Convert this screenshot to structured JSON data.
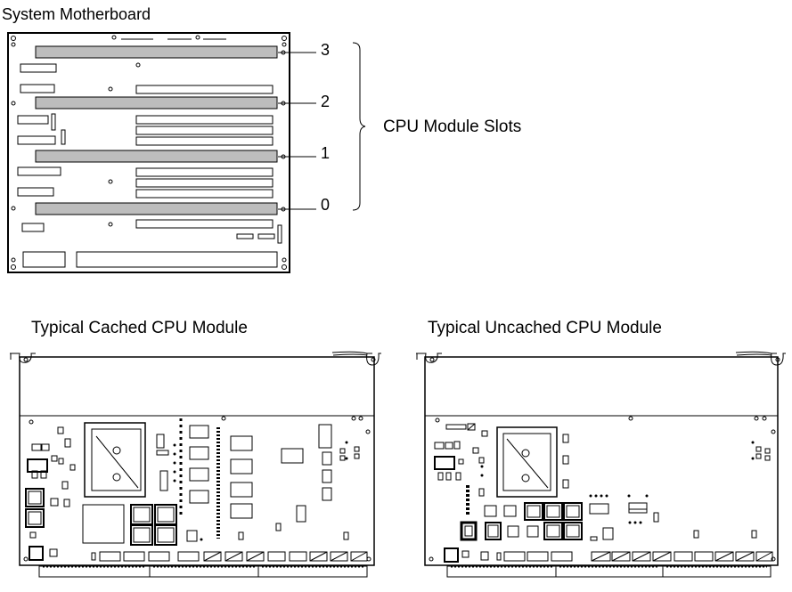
{
  "motherboard": {
    "title": "System Motherboard",
    "slot_labels": [
      "3",
      "2",
      "1",
      "0"
    ],
    "slots_caption": "CPU Module Slots",
    "slot_fill_color": "#bdbdbd"
  },
  "modules": {
    "cached_title": "Typical Cached CPU Module",
    "uncached_title": "Typical Uncached CPU Module"
  }
}
